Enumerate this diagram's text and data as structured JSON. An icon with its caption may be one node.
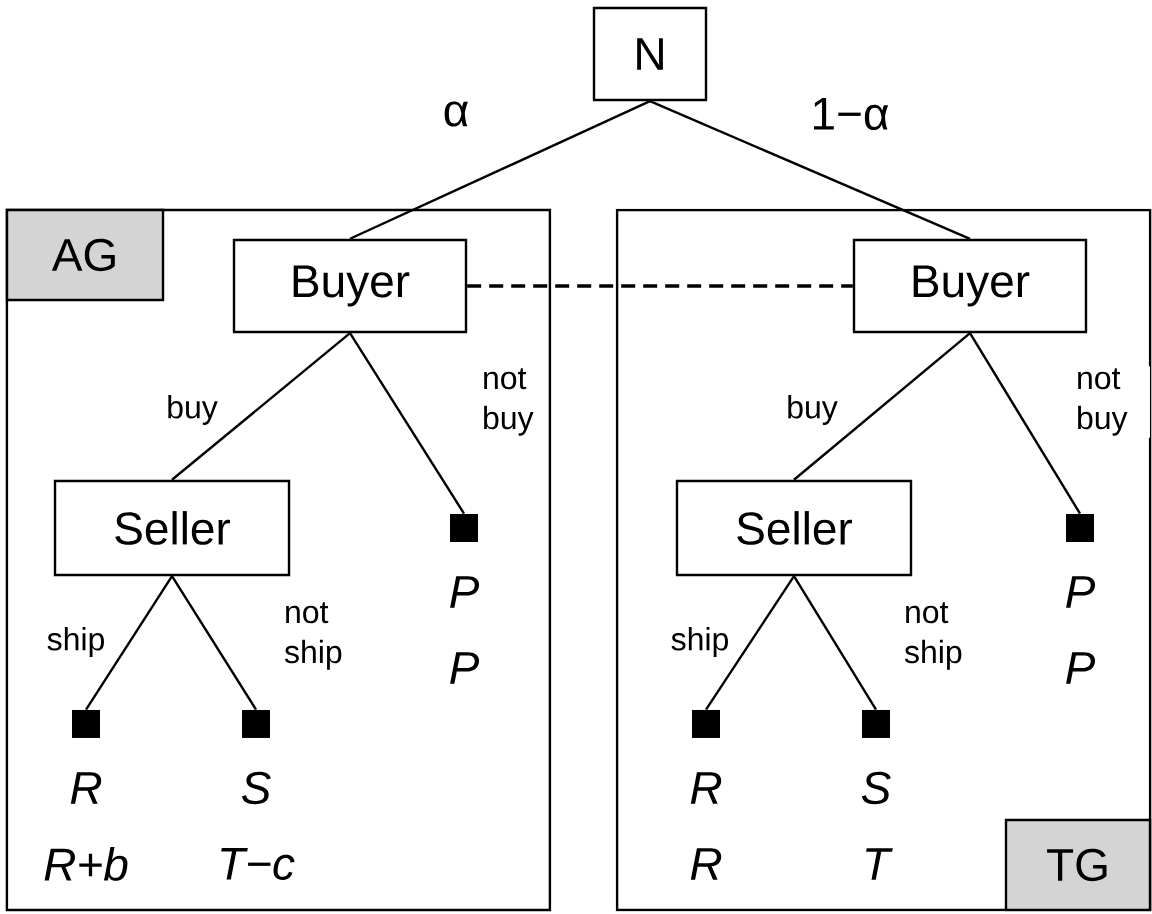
{
  "diagram": {
    "nodes": [
      {
        "text": [
          "N"
        ]
      },
      {
        "text": [
          "AG"
        ]
      },
      {
        "text": [
          "Buyer"
        ],
        "in": 1
      },
      {
        "text": [
          "Seller"
        ],
        "in": 1
      },
      {
        "text": [],
        "shape": "box",
        "in": 1,
        "beside": [
          "P",
          "P"
        ]
      },
      {
        "text": [],
        "shape": "box",
        "in": 1,
        "beside": [
          "R",
          "R+b"
        ]
      },
      {
        "text": [],
        "shape": "box",
        "in": 1,
        "beside": [
          "S",
          "T−c"
        ]
      },
      {
        "text": [
          "TG"
        ]
      },
      {
        "text": [
          "Buyer"
        ],
        "in": 7
      },
      {
        "text": [
          "Seller"
        ],
        "in": 7
      },
      {
        "text": [],
        "shape": "box",
        "in": 7,
        "beside": [
          "P",
          "P"
        ]
      },
      {
        "text": [],
        "shape": "box",
        "in": 7,
        "beside": [
          "R",
          "R"
        ]
      },
      {
        "text": [],
        "shape": "box",
        "in": 7,
        "beside": [
          "S",
          "T"
        ]
      }
    ],
    "edges": [
      {
        "from": 0,
        "to": 2,
        "arrow": "none",
        "label": "α"
      },
      {
        "from": 0,
        "to": 8,
        "arrow": "none",
        "label": "1−α"
      },
      {
        "from": 2,
        "to": 3,
        "arrow": "none",
        "label": "buy"
      },
      {
        "from": 2,
        "to": 4,
        "arrow": "none",
        "label": "not buy"
      },
      {
        "from": 3,
        "to": 5,
        "arrow": "none",
        "label": "ship"
      },
      {
        "from": 3,
        "to": 6,
        "arrow": "none",
        "label": "not ship"
      },
      {
        "from": 8,
        "to": 9,
        "arrow": "none",
        "label": "buy"
      },
      {
        "from": 8,
        "to": 10,
        "arrow": "none",
        "label": "not buy"
      },
      {
        "from": 9,
        "to": 11,
        "arrow": "none",
        "label": "ship"
      },
      {
        "from": 9,
        "to": 12,
        "arrow": "none",
        "label": "not ship"
      },
      {
        "from": 2,
        "to": 8,
        "arrow": "none",
        "style": "dashed"
      }
    ]
  }
}
